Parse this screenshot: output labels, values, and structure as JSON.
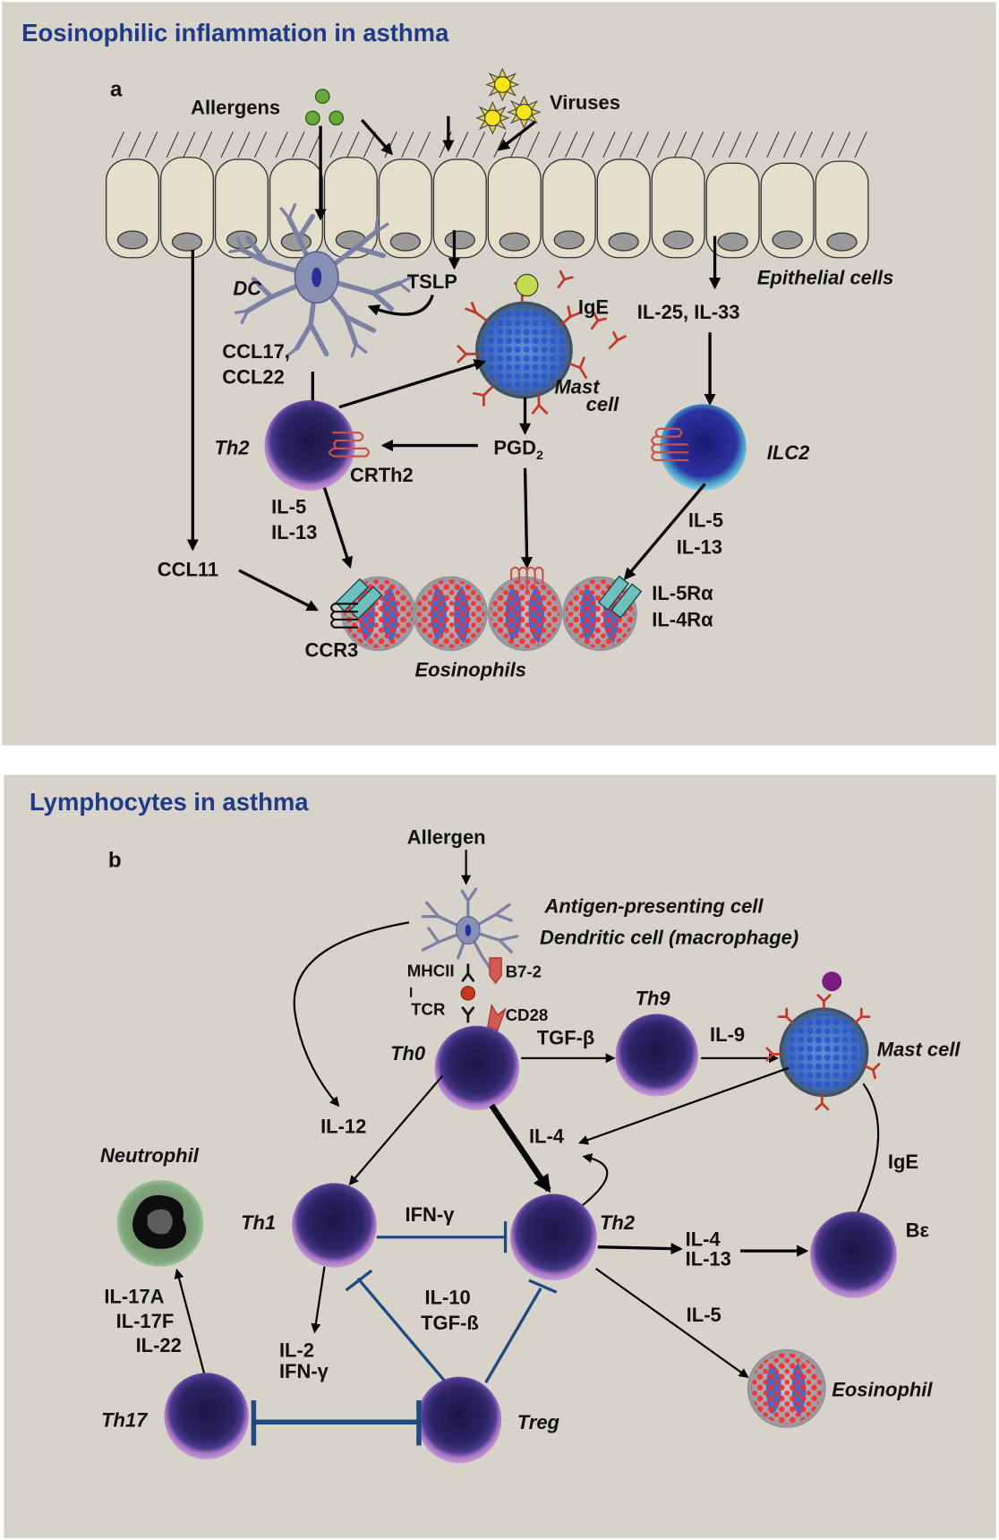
{
  "panel_a": {
    "title": "Eosinophilic inflammation in asthma",
    "letter": "a",
    "labels": {
      "allergens": "Allergens",
      "viruses": "Viruses",
      "epithelial_cells": "Epithelial cells",
      "dc": "DC",
      "tslp": "TSLP",
      "ige": "IgE",
      "il25_il33": "IL-25, IL-33",
      "ccl17": "CCL17,",
      "ccl22": "CCL22",
      "mast": "Mast",
      "cell": "cell",
      "th2": "Th2",
      "pgd": "PGD",
      "pgd_sub": "2",
      "ilc2": "ILC2",
      "crth2": "CRTh2",
      "il5_left": "IL-5",
      "il13_left": "IL-13",
      "il5_right": "IL-5",
      "il13_right": "IL-13",
      "ccl11": "CCL11",
      "ccr3": "CCR3",
      "il5ra": "IL-5Rα",
      "il4ra": "IL-4Rα",
      "eosinophils": "Eosinophils"
    }
  },
  "panel_b": {
    "title": "Lymphocytes in asthma",
    "letter": "b",
    "labels": {
      "allergen": "Allergen",
      "apc_line1": "Antigen-presenting cell",
      "apc_line2": "Dendritic cell (macrophage)",
      "mhcii": "MHCII",
      "tcr": "TCR",
      "b72": "B7-2",
      "cd28": "CD28",
      "th0": "Th0",
      "tgfb_top": "TGF-β",
      "th9": "Th9",
      "il9": "IL-9",
      "mast_cell": "Mast cell",
      "il12": "IL-12",
      "il4_mid": "IL-4",
      "neutrophil": "Neutrophil",
      "ige": "IgE",
      "th1": "Th1",
      "ifng_mid": "IFN-γ",
      "th2": "Th2",
      "il4_right": "IL-4",
      "il13_right": "IL-13",
      "be": "Bε",
      "il17a": "IL-17A",
      "il17f": "IL-17F",
      "il22": "IL-22",
      "il10": "IL-10",
      "tgfb_mid": "TGF-ß",
      "il5": "IL-5",
      "il2": "IL-2",
      "ifng_low": "IFN-γ",
      "eosinophil": "Eosinophil",
      "th17": "Th17",
      "treg": "Treg"
    }
  },
  "colors": {
    "panel_background": "#d7d3ca",
    "title_blue": "#1f3a86",
    "inhibition_blue": "#1f4a80",
    "allergen_green": "#6aa83a",
    "virus_yellow": "#f5e61b",
    "receptor_red": "#c0392b"
  }
}
